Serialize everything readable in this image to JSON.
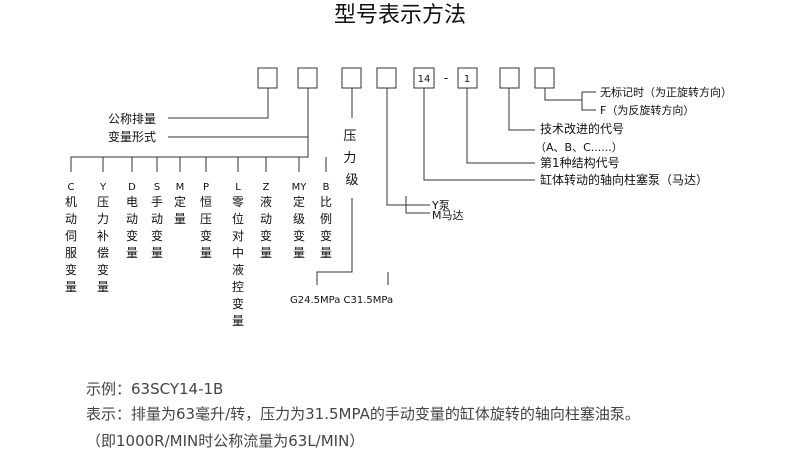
{
  "title": "型号表示方法",
  "code_boxes": [
    "",
    "",
    "",
    "14",
    "",
    "1",
    "",
    ""
  ],
  "dash": "-",
  "left_labels": [
    "公称排量",
    "变量形式"
  ],
  "pressure_label": "压力级",
  "variable_types": [
    {
      "code": "C",
      "name": "机动伺服变量"
    },
    {
      "code": "Y",
      "name": "压力补偿变量"
    },
    {
      "code": "D",
      "name": "电动变量"
    },
    {
      "code": "S",
      "name": "手动变量"
    },
    {
      "code": "M",
      "name": "定量"
    },
    {
      "code": "P",
      "name": "恒压变量"
    },
    {
      "code": "L",
      "name": "零位对中液控变量"
    },
    {
      "code": "Z",
      "name": "液动变量"
    },
    {
      "code": "MY",
      "name": "定级变量"
    },
    {
      "code": "B",
      "name": "比例变量"
    }
  ],
  "pressure_values": "G24.5MPa  C31.5MPa",
  "pump_types": [
    "Y泵",
    "M马达"
  ],
  "right_labels": {
    "rotation_1": "无标记时（为正旋转方向）",
    "rotation_2": "F（为反旋转方向）",
    "tech_1": "技术改进的代号",
    "tech_2": "（A、B、C......）",
    "structure": "第1种结构代号",
    "product": "缸体转动的轴向柱塞泵（马达）"
  },
  "example": {
    "line1": "示例：63SCY14-1B",
    "line2": "表示：排量为63毫升/转，压力为31.5MPA的手动变量的缸体旋转的轴向柱塞油泵。",
    "line3": "（即1000R/MIN时公称流量为63L/MIN）"
  }
}
